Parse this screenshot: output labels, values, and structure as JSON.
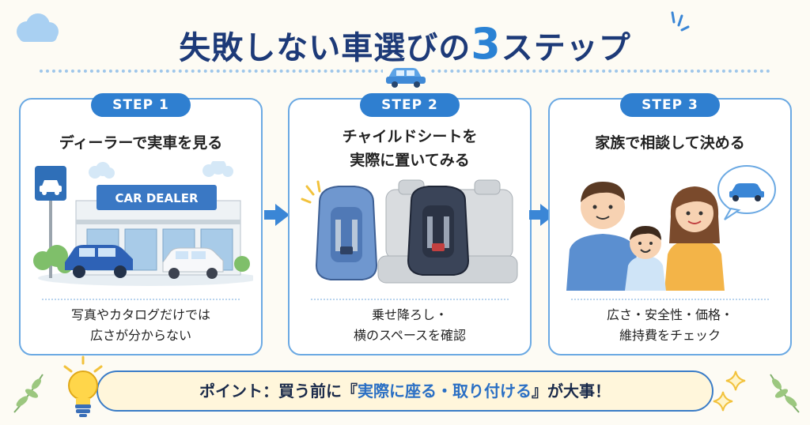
{
  "title": {
    "before": "失敗しない車選びの",
    "number": "3",
    "after": "ステップ"
  },
  "steps": [
    {
      "label": "STEP 1",
      "heading_lines": [
        "ディーラーで実車を見る"
      ],
      "caption_lines": [
        "写真やカタログだけでは",
        "広さが分からない"
      ],
      "sign_text": "CAR DEALER"
    },
    {
      "label": "STEP 2",
      "heading_lines": [
        "チャイルドシートを",
        "実際に置いてみる"
      ],
      "caption_lines": [
        "乗せ降ろし・",
        "横のスペースを確認"
      ]
    },
    {
      "label": "STEP 3",
      "heading_lines": [
        "家族で相談して決める"
      ],
      "caption_lines": [
        "広さ・安全性・価格・",
        "維持費をチェック"
      ]
    }
  ],
  "point": {
    "prefix": "ポイント：買う前に『",
    "emphasis": "実際に座る・取り付ける",
    "suffix": "』が大事！"
  },
  "icons": [
    "cloud-icon",
    "car-icon",
    "arrow-right-icon",
    "lightbulb-icon",
    "sparkle-icon",
    "leaf-icon",
    "speech-bubble-icon"
  ],
  "colors": {
    "accent": "#2f7fd0",
    "title": "#1d3a78",
    "background": "#fdfbf4"
  }
}
